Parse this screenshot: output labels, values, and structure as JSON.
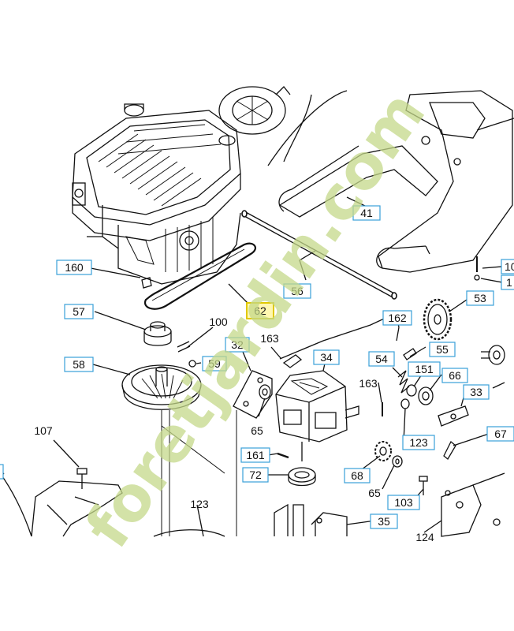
{
  "watermark": {
    "text": "foretjardin.com",
    "color": "#c5d98a"
  },
  "colors": {
    "label_border": "#3aa0d8",
    "highlight_fill": "#fff7b0",
    "highlight_border": "#e0c800"
  },
  "labels": {
    "l41": "41",
    "l56": "56",
    "l53": "53",
    "l160": "160",
    "l57": "57",
    "l62": "62",
    "l100": "100",
    "l32": "32",
    "l163a": "163",
    "l162": "162",
    "l55": "55",
    "l58": "58",
    "l59": "59",
    "l34": "34",
    "l54": "54",
    "l151": "151",
    "l66": "66",
    "l163b": "163",
    "l33": "33",
    "l65a": "65",
    "l123a": "123",
    "l67": "67",
    "l107": "107",
    "l161": "161",
    "l72": "72",
    "l68": "68",
    "l65b": "65",
    "l103": "103",
    "l123b": "123",
    "l35": "35",
    "l124": "124",
    "l10a": "10",
    "l1b": "1"
  }
}
